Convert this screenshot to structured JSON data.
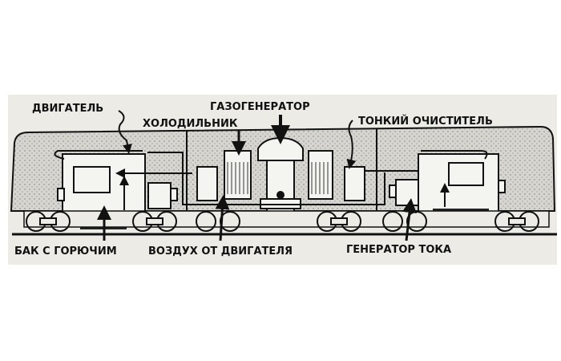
{
  "diagram": {
    "labels": {
      "engine": "ДВИГАТЕЛЬ",
      "gas_generator": "ГАЗОГЕНЕРАТОР",
      "cooler": "ХОЛОДИЛЬНИК",
      "fine_filter": "ТОНКИЙ ОЧИСТИТЕЛЬ",
      "fuel_tank": "БАК С ГОРЮЧИМ",
      "engine_air": "ВОЗДУХ ОТ ДВИГАТЕЛЯ",
      "current_generator": "ГЕНЕРАТОР ТОКА"
    },
    "colors": {
      "background": "#ecebe6",
      "ink": "#111111",
      "fill": "#d9d8d2"
    }
  }
}
